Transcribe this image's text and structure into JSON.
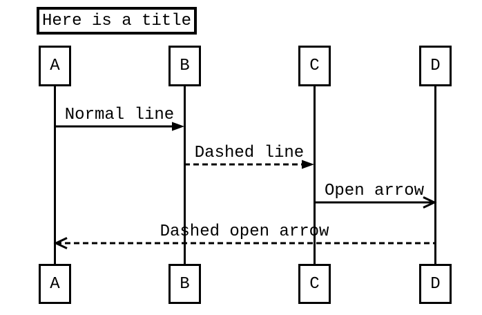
{
  "diagram": {
    "kind": "sequence-diagram",
    "title": "Here is a title",
    "colors": {
      "stroke": "#000000",
      "background": "#ffffff"
    },
    "actors": [
      {
        "name": "A"
      },
      {
        "name": "B"
      },
      {
        "name": "C"
      },
      {
        "name": "D"
      }
    ],
    "messages": [
      {
        "label": "Normal line",
        "from": "A",
        "to": "B",
        "line": "solid",
        "arrowhead": "filled"
      },
      {
        "label": "Dashed line",
        "from": "B",
        "to": "C",
        "line": "dashed",
        "arrowhead": "filled"
      },
      {
        "label": "Open arrow",
        "from": "C",
        "to": "D",
        "line": "solid",
        "arrowhead": "open"
      },
      {
        "label": "Dashed open arrow",
        "from": "D",
        "to": "A",
        "line": "dashed",
        "arrowhead": "open"
      }
    ]
  }
}
